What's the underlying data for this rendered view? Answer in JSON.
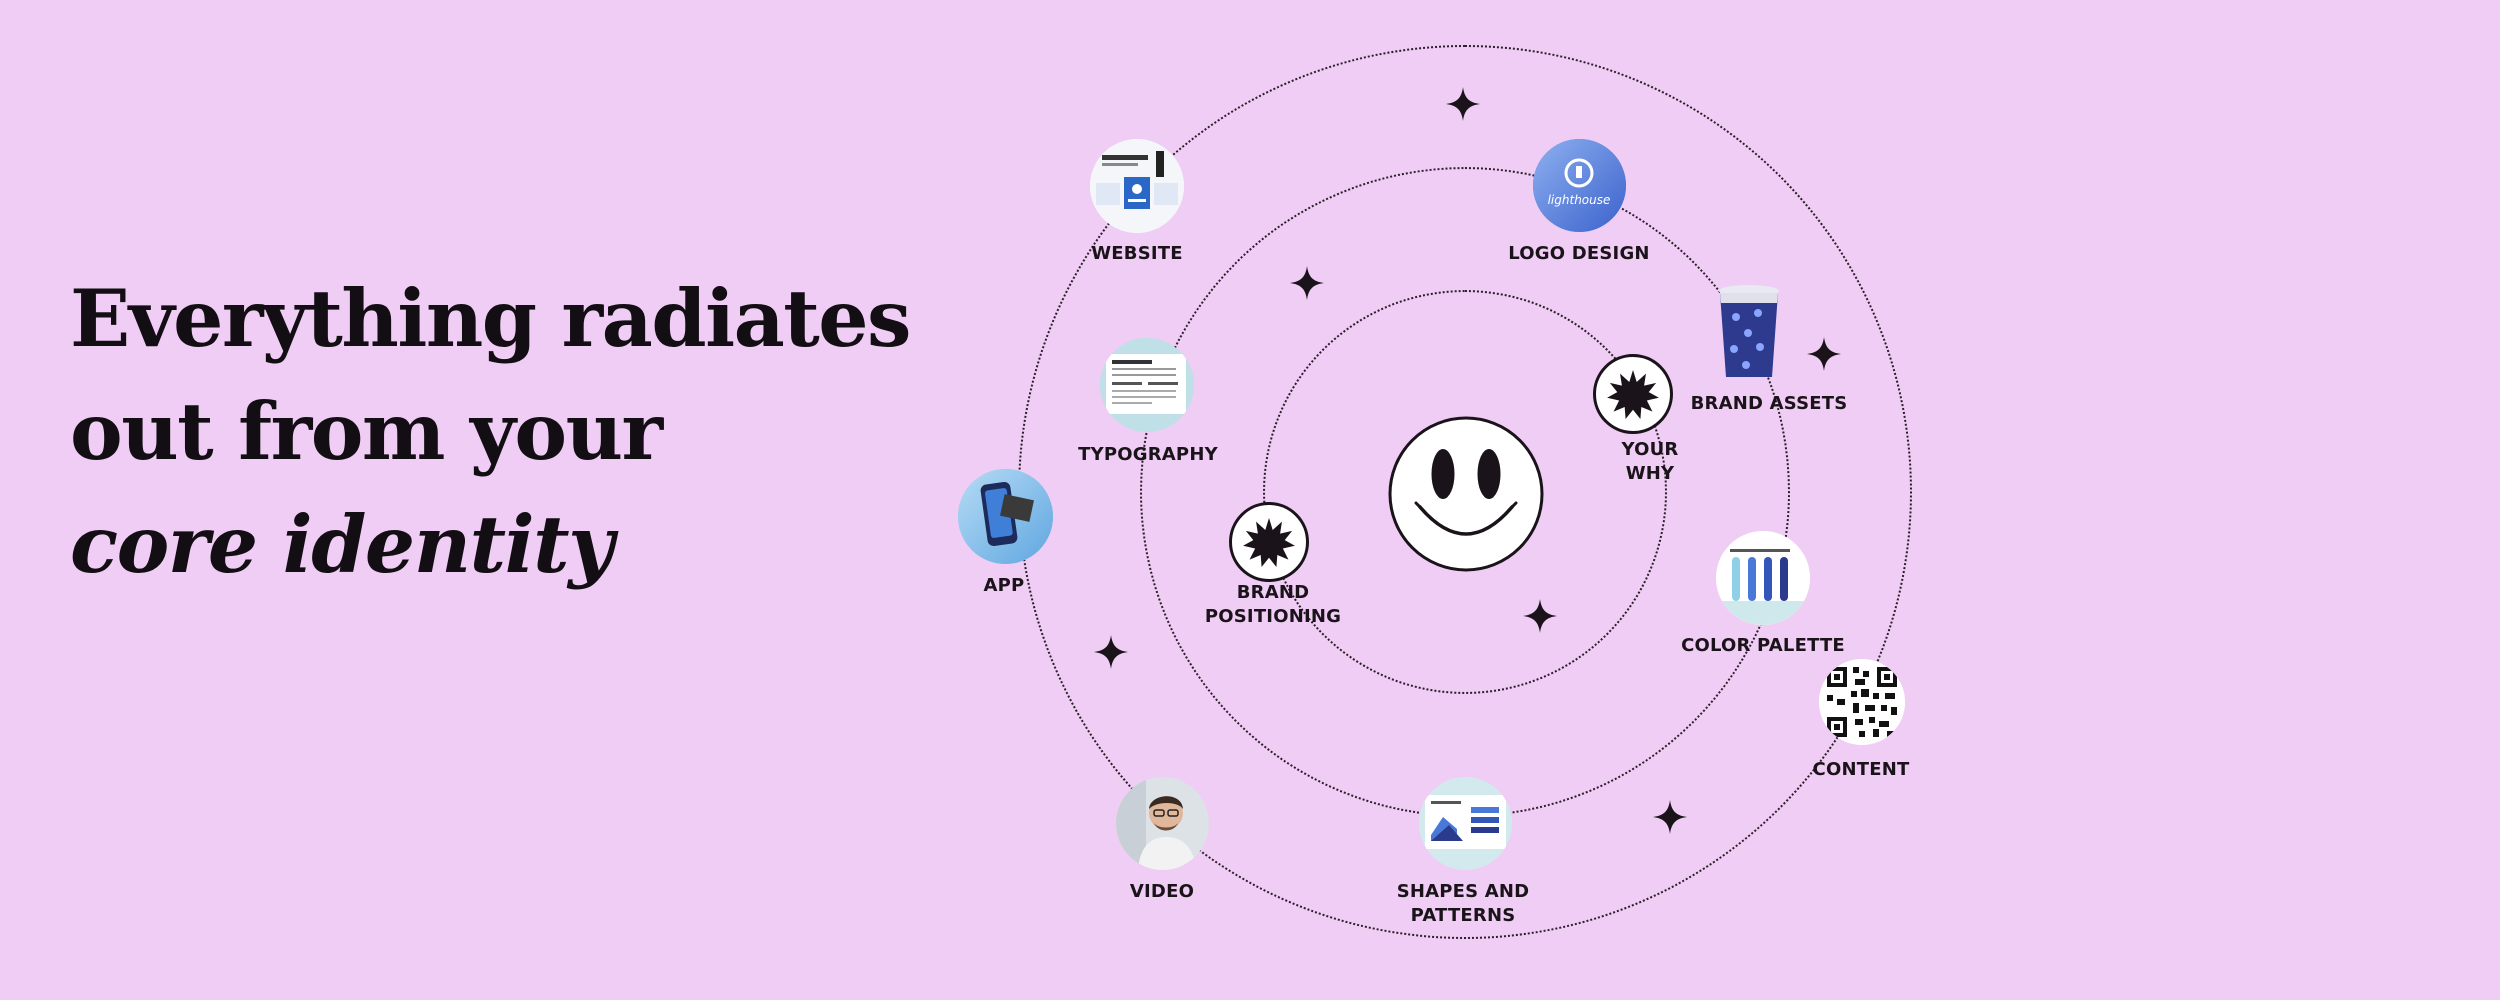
{
  "headline": {
    "line1": "Everything radiates",
    "line2": "out from your",
    "line3": "core identity"
  },
  "nodes": {
    "website": "WEBSITE",
    "logo_design": "LOGO DESIGN",
    "logo_wordmark": "lighthouse",
    "brand_assets": "BRAND ASSETS",
    "typography": "TYPOGRAPHY",
    "your_why_line1": "YOUR",
    "your_why_line2": "WHY",
    "app": "APP",
    "brand_positioning_line1": "BRAND",
    "brand_positioning_line2": "POSITIONING",
    "color_palette": "COLOR PALETTE",
    "content": "CONTENT",
    "video": "VIDEO",
    "shapes_line1": "SHAPES AND",
    "shapes_line2": "PATTERNS"
  },
  "icons": {
    "center": "smiley-face-icon",
    "burst": "starburst-icon",
    "decor": "four-point-sparkle-icon"
  },
  "colors": {
    "background": "#f0cdf4",
    "ink": "#1a141a",
    "node_blue": "#4a78d8",
    "node_navy": "#2a3a8c",
    "node_teal": "#bfe0e6"
  }
}
